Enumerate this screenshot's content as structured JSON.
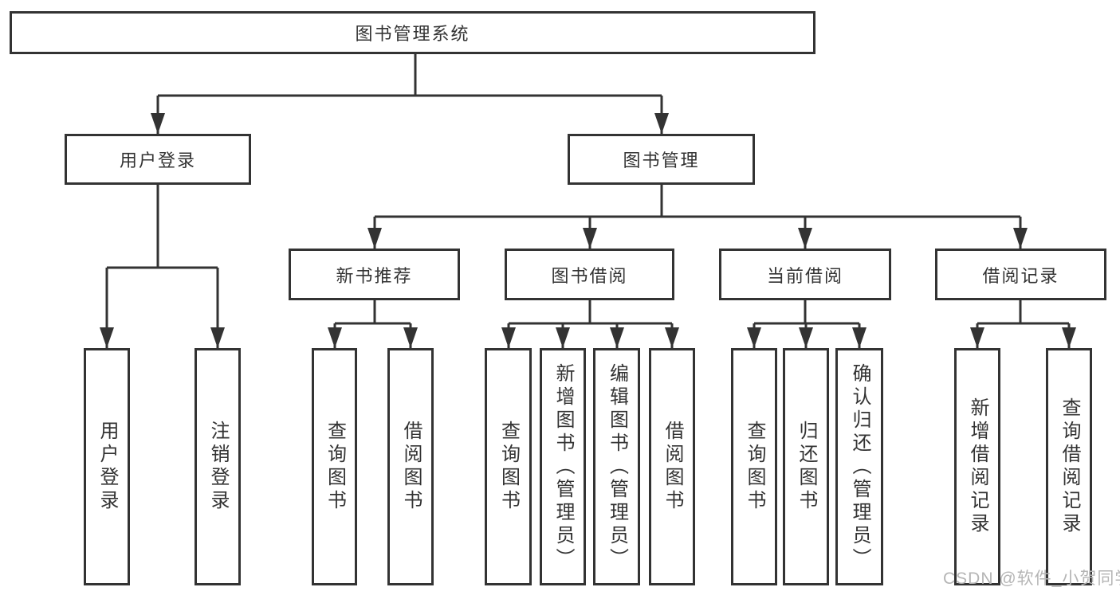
{
  "diagram": {
    "root": {
      "label": "图书管理系统"
    },
    "level2": [
      {
        "label": "用户登录"
      },
      {
        "label": "图书管理"
      }
    ],
    "level3": [
      {
        "label": "新书推荐"
      },
      {
        "label": "图书借阅"
      },
      {
        "label": "当前借阅"
      },
      {
        "label": "借阅记录"
      }
    ],
    "level4": {
      "user_login": [
        "用户登录",
        "注销登录"
      ],
      "new_book_recommend": [
        "查询图书",
        "借阅图书"
      ],
      "book_borrow": [
        "查询图书",
        "新增图书（管理员）",
        "编辑图书（管理员）",
        "借阅图书"
      ],
      "current_borrow": [
        "查询图书",
        "归还图书",
        "确认归还（管理员）"
      ],
      "borrow_records": [
        "新增借阅记录",
        "查询借阅记录"
      ]
    },
    "watermark": "CSDN @软件_小贺同学",
    "colors": {
      "line": "#333333",
      "text": "#333333",
      "background": "#ffffff",
      "watermark": "#b5b5b5"
    }
  }
}
